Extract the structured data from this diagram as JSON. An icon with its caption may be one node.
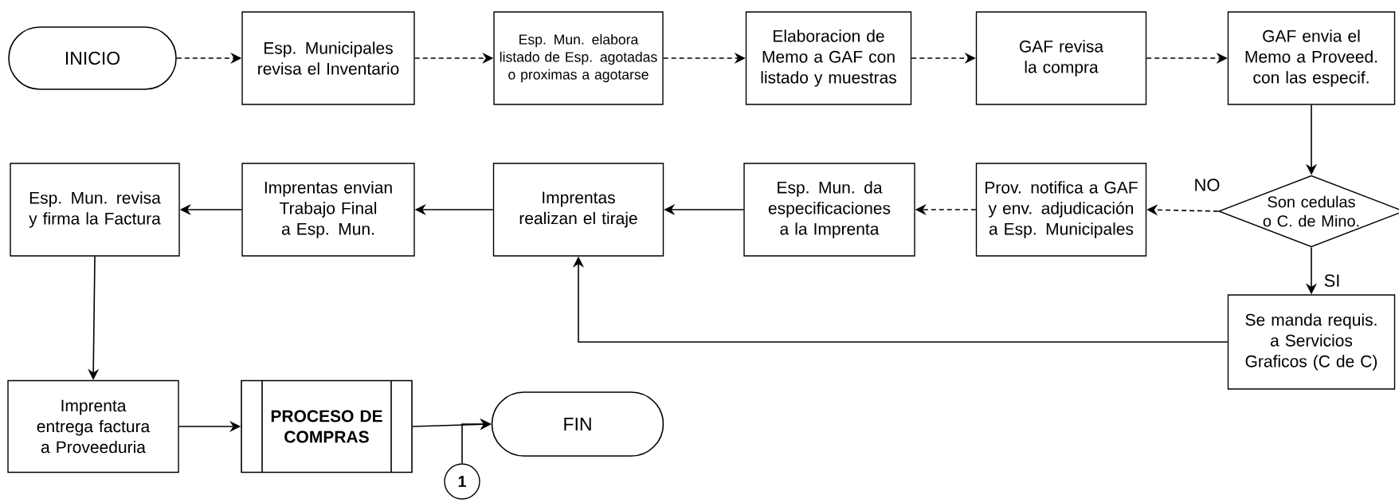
{
  "diagram": {
    "nodes": [
      {
        "text": [
          "INICIO"
        ]
      },
      {
        "text": [
          "Esp. Municipales revisa el Inventario"
        ]
      },
      {
        "text": [
          "Esp. Mun. elabora listado de Esp. agotadas o proximas a agotarse"
        ]
      },
      {
        "text": [
          "Elaboracion de Memo a GAF con listado y muestras"
        ]
      },
      {
        "text": [
          "GAF revisa la compra"
        ]
      },
      {
        "text": [
          "GAF envia el Memo a Proveed. con las especif."
        ]
      },
      {
        "text": [
          "Son cedulas o C. de Mino."
        ]
      },
      {
        "text": [
          "Prov. notifica a GAF y env. adjudicación a Esp. Municipales"
        ]
      },
      {
        "text": [
          "Esp. Mun. da especificaciones a la Imprenta"
        ]
      },
      {
        "text": [
          "Imprentas realizan el tiraje"
        ]
      },
      {
        "text": [
          "Imprentas envian Trabajo Final a Esp. Mun."
        ]
      },
      {
        "text": [
          "Esp. Mun. revisa y firma la Factura"
        ]
      },
      {
        "text": [
          "Se manda requis. a Servicios Graficos (C de C)"
        ]
      },
      {
        "text": [
          "Imprenta entrega factura a Proveeduria"
        ]
      },
      {
        "text": [
          "PROCESO DE COMPRAS"
        ]
      },
      {
        "text": [
          "FIN"
        ]
      },
      {
        "text": [
          "1"
        ]
      }
    ],
    "edges": [
      {
        "from": 0,
        "to": 1,
        "arrow": "to",
        "style": "dashed"
      },
      {
        "from": 1,
        "to": 2,
        "arrow": "to",
        "style": "dashed"
      },
      {
        "from": 2,
        "to": 3,
        "arrow": "to",
        "style": "dashed"
      },
      {
        "from": 3,
        "to": 4,
        "arrow": "to",
        "style": "dashed"
      },
      {
        "from": 4,
        "to": 5,
        "arrow": "to",
        "style": "dashed"
      },
      {
        "from": 5,
        "to": 6,
        "arrow": "to"
      },
      {
        "from": 6,
        "to": 7,
        "arrow": "to",
        "label": "NO",
        "style": "dashed"
      },
      {
        "from": 7,
        "to": 8,
        "arrow": "to",
        "style": "dashed"
      },
      {
        "from": 8,
        "to": 9,
        "arrow": "to"
      },
      {
        "from": 9,
        "to": 10,
        "arrow": "to"
      },
      {
        "from": 10,
        "to": 11,
        "arrow": "to"
      },
      {
        "from": 6,
        "to": 12,
        "arrow": "to",
        "label": "SI"
      },
      {
        "from": 12,
        "to": 9,
        "arrow": "to"
      },
      {
        "from": 11,
        "to": 13,
        "arrow": "to"
      },
      {
        "from": 13,
        "to": 14,
        "arrow": "to"
      },
      {
        "from": 14,
        "to": 15,
        "arrow": "to"
      },
      {
        "from": 16,
        "to": 15,
        "arrow": "to"
      }
    ]
  }
}
